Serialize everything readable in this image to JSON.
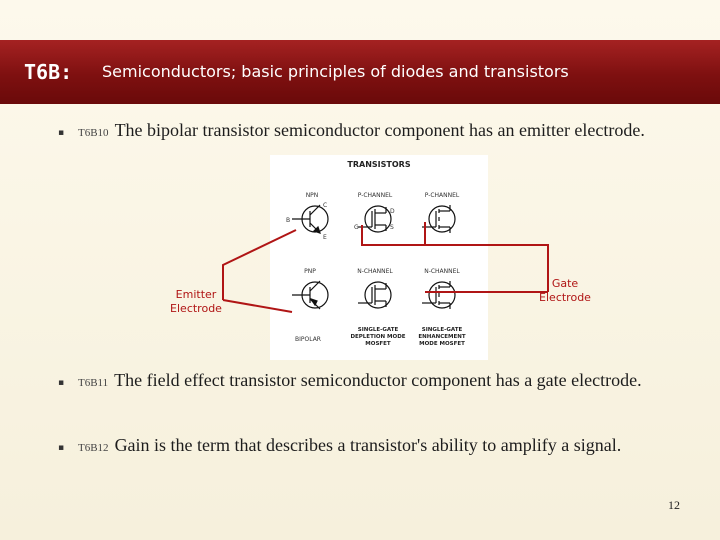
{
  "header": {
    "code": "T6B:",
    "title": "Semiconductors; basic principles of diodes and transistors"
  },
  "bullets": [
    {
      "code": "T6B10",
      "text": "The bipolar transistor semiconductor component has an emitter electrode."
    },
    {
      "code": "T6B11",
      "text": "The field effect transistor semiconductor component has a gate electrode."
    },
    {
      "code": "T6B12",
      "text": "Gain is the term that describes a transistor's ability to amplify a signal."
    }
  ],
  "figure": {
    "title": "TRANSISTORS",
    "labels": {
      "npn": "NPN",
      "pnp": "PNP",
      "bipolar": "BIPOLAR",
      "pchannel_1": "P-CHANNEL",
      "pchannel_2": "P-CHANNEL",
      "nchannel_1": "N-CHANNEL",
      "nchannel_2": "N-CHANNEL",
      "depletion_1": "SINGLE-GATE",
      "depletion_2": "DEPLETION MODE",
      "depletion_3": "MOSFET",
      "enhancement_1": "SINGLE-GATE",
      "enhancement_2": "ENHANCEMENT",
      "enhancement_3": "MODE MOSFET",
      "b": "B",
      "c": "C",
      "e": "E",
      "g": "G",
      "d": "D",
      "s": "S"
    }
  },
  "callouts": {
    "emitter_1": "Emitter",
    "emitter_2": "Electrode",
    "gate_1": "Gate",
    "gate_2": "Electrode"
  },
  "page_number": "12",
  "colors": {
    "title_bar": "#8e1616",
    "callout": "#b01515",
    "background": "#f8f3e2"
  }
}
